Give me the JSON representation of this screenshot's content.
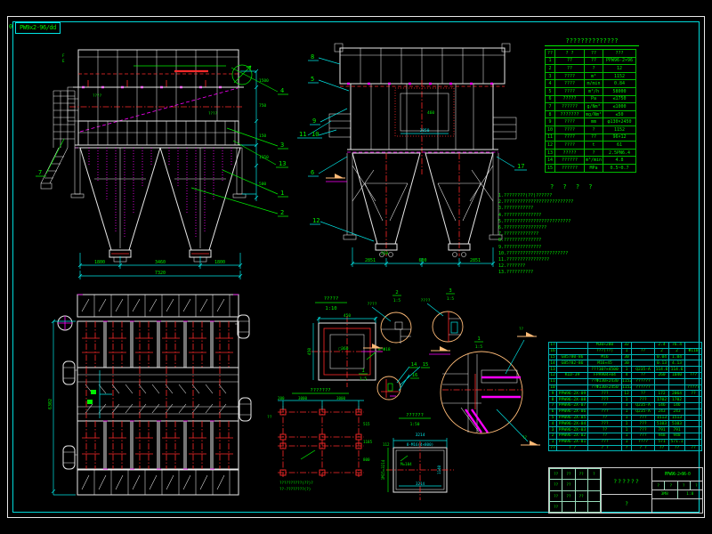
{
  "frame": {
    "file_prefix": "0",
    "file_label": "PW9x2-96/dd"
  },
  "param_table": {
    "title": "??????????????",
    "rows": [
      [
        "??",
        "? ?",
        "??",
        "???"
      ],
      [
        "1",
        "??",
        "??",
        "PPW96-2×96"
      ],
      [
        "2",
        "??",
        "?",
        "12"
      ],
      [
        "3",
        "????",
        "m²",
        "1152"
      ],
      [
        "4",
        "????",
        "m/min",
        "0.84"
      ],
      [
        "5",
        "????",
        "m³/h",
        "58000"
      ],
      [
        "6",
        "?????",
        "Pa",
        "≤1750"
      ],
      [
        "7",
        "??????",
        "g/Nm³",
        "≤1000"
      ],
      [
        "8",
        "???????",
        "mg/Nm³",
        "≤50"
      ],
      [
        "9",
        "????",
        "mm",
        "φ130×2450"
      ],
      [
        "10",
        "????",
        "?",
        "1152"
      ],
      [
        "11",
        "????",
        "??",
        "96×12"
      ],
      [
        "12",
        "????",
        "t",
        "61"
      ],
      [
        "13",
        "?????",
        "?",
        "2.5PN6.4"
      ],
      [
        "14",
        "??????",
        "m³/min",
        "4.8"
      ],
      [
        "15",
        "??????",
        "MPa",
        "0.5~0.7"
      ]
    ]
  },
  "notes": {
    "title": "? ? ? ?",
    "lines": [
      "1.????????(??)??????",
      "2.??????????????????????????",
      "3.???????????",
      "4.??????????????",
      "5.?????????????????????????",
      "6.????????????????",
      "7.?????????????",
      "8.??????????????",
      "9.??????????????",
      "10.???????????????????????",
      "11.????????????????",
      "12.???????",
      "13.??????????"
    ]
  },
  "bom_table": {
    "rows": [
      [
        "17",
        "",
        "M30×200",
        "32",
        "",
        "2.4",
        "76.4",
        ""
      ],
      [
        "16",
        "",
        "???(??)",
        "1",
        "??",
        "2",
        "2",
        "Φ110"
      ],
      [
        "15",
        "GB5780-86",
        "M16",
        "30",
        "",
        "0.04",
        "1.04",
        ""
      ],
      [
        "14",
        "GB5782-86",
        "M16×45",
        "30",
        "",
        "0.13",
        "4.13",
        ""
      ],
      [
        "13",
        "",
        "???10?×4500",
        "1",
        "Q235-A",
        "114.6",
        "114.6",
        ""
      ],
      [
        "12",
        "KLD-39",
        "FPA904×04",
        "4",
        "??",
        "260",
        "1040",
        "???"
      ],
      [
        "11",
        "",
        "??Φ130×2430",
        "1152",
        "??????",
        "",
        "",
        ""
      ],
      [
        "10",
        "",
        "??Φ130×2450",
        "1152",
        "??????",
        "",
        "",
        "?????"
      ],
      [
        "9",
        "PPW96-2X-09",
        "???",
        "12",
        "??",
        "172",
        "2064",
        "??"
      ],
      [
        "8",
        "PPW96-2X-08",
        "???",
        "1",
        "???",
        "1702",
        "1702",
        ""
      ],
      [
        "7",
        "PPW96-2X-07",
        "??",
        "1",
        "Q235-A",
        "146",
        "146",
        ""
      ],
      [
        "6",
        "PPW96-2X-06",
        "???",
        "1",
        "Q235-A",
        "243",
        "243",
        ""
      ],
      [
        "5",
        "PPW96-2X-05",
        "??",
        "1",
        "???",
        "1513",
        "1513",
        ""
      ],
      [
        "4",
        "PPW96-2X-04",
        "???",
        "1",
        "???",
        "5103",
        "5103",
        ""
      ],
      [
        "3",
        "PPW96-2X-03",
        "??",
        "1",
        "???",
        "791",
        "791",
        ""
      ],
      [
        "2",
        "PPW96-2X-02",
        "??",
        "1",
        "???",
        "948",
        "948",
        ""
      ],
      [
        "1",
        "PPW96-2X-01",
        "???",
        "1",
        "????",
        "571",
        "571.1",
        ""
      ],
      [
        "??",
        "? ?",
        "? ?",
        "?",
        "? ?",
        "??",
        "??",
        "??"
      ]
    ]
  },
  "title_block": {
    "drawing_title": "??????",
    "material": "?",
    "drawing_no": "PPW96-2×96-0",
    "stage_cells": [
      "?",
      "?",
      "?",
      "?"
    ],
    "weight": "3M8",
    "scale": "1:8",
    "sig_rows": [
      [
        "??",
        "??",
        "??",
        "?"
      ],
      [
        "??",
        "??",
        "",
        ""
      ],
      [
        "??",
        "??",
        "??",
        ""
      ],
      [
        "??",
        "",
        "",
        ""
      ]
    ]
  },
  "front_view": {
    "balloons": {
      "b4": "4",
      "b3": "3",
      "b13": "13",
      "b1": "1",
      "b2": "2",
      "b7": "7"
    },
    "section_marks": {
      "f": "F",
      "e": "E"
    },
    "labels": [
      "????",
      "????"
    ],
    "dims_bottom": [
      "1800",
      "3460",
      "1800"
    ],
    "dim_total": "7320",
    "dims_right": [
      "1500",
      "750",
      "150",
      "1150",
      "500"
    ]
  },
  "side_view": {
    "balloons": {
      "b8": "8",
      "b5": "5",
      "b9": "9",
      "b11": "11",
      "b10": "10",
      "b6": "6",
      "b12": "12",
      "b17": "17"
    },
    "inlet_dims": {
      "w": "460",
      "b": "2850"
    },
    "dims_bottom": [
      "2851",
      "600",
      "2851"
    ],
    "dim_outlet": "250"
  },
  "plan_view": {
    "dim_left": "6302"
  },
  "details": {
    "d110": {
      "title": "?????",
      "scale": "1:10",
      "dim_top": "450",
      "dim_left": "450",
      "leader": "8-Φ18",
      "inner": "□360"
    },
    "c2": {
      "label": "2",
      "scale": "1:5",
      "note": "????"
    },
    "c3": {
      "label": "3",
      "scale": "1:5",
      "note": "????"
    },
    "c1": {
      "label": "1",
      "scale": "1:5",
      "k14": "14",
      "k15": "15",
      "k16": "16"
    },
    "cbig": {
      "label": "1",
      "scale": "1:5"
    },
    "weld_note": "??",
    "foundation": {
      "title": "???????",
      "dims_top": [
        "200",
        "3000",
        "3000"
      ],
      "dims_right": [
        "515",
        "1185",
        "800"
      ],
      "note1": "??????????(??)?",
      "note2": "??-????????(?)"
    },
    "d150": {
      "title": "??????",
      "scale": "1:50",
      "dim_top": "3214",
      "dim_top2": "8-M16(4×800)",
      "dim_left_small": "112",
      "dim_left": "1M15=3214",
      "dim_bottom": "3214",
      "dim_right": "1140",
      "inner": "M=104"
    },
    "section_label": "??"
  }
}
